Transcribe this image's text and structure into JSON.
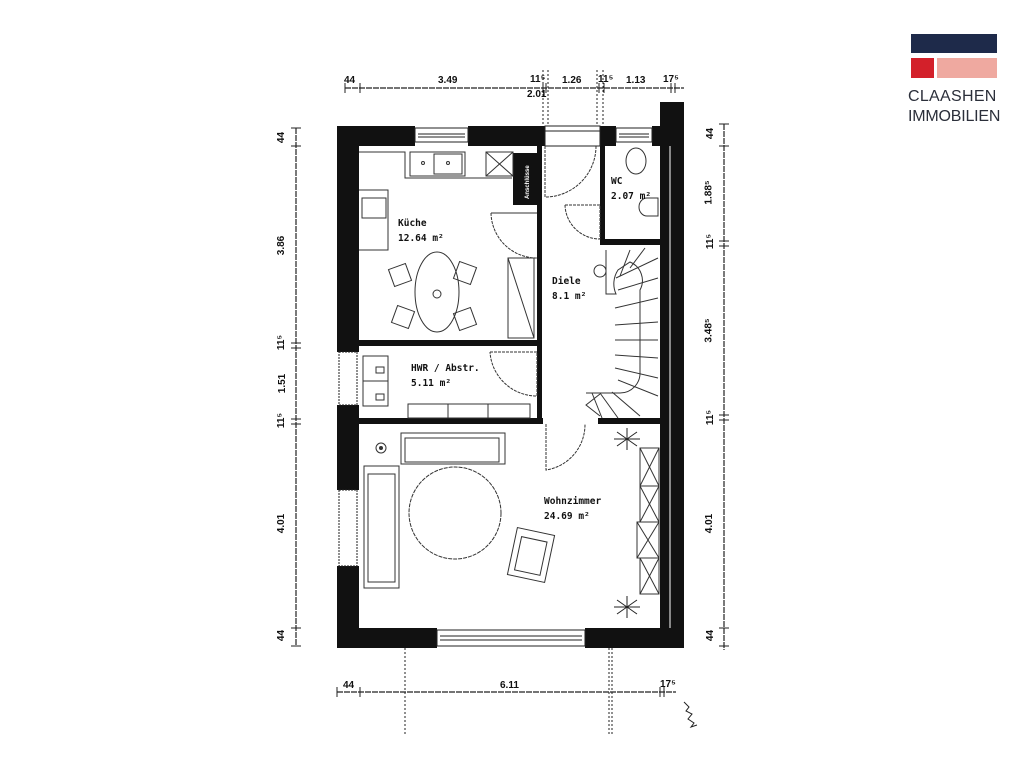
{
  "brand": {
    "name_line1": "CLAASHEN",
    "name_line2": "IMMOBILIEN",
    "colors": {
      "navy": "#1e2a4a",
      "red": "#d3202a",
      "pink": "#efa9a0"
    }
  },
  "floorplan": {
    "rooms": [
      {
        "name": "Küche",
        "area": "12.64 m²"
      },
      {
        "name": "WC",
        "area": "2.07 m²"
      },
      {
        "name": "Diele",
        "area": "8.1 m²"
      },
      {
        "name": "HWR / Abstr.",
        "area": "5.11 m²"
      },
      {
        "name": "Wohnzimmer",
        "area": "24.69 m²"
      }
    ],
    "annotations": {
      "connections_label": "Anschlüsse"
    },
    "dimensions": {
      "top": [
        "44",
        "3.49",
        "11⁵",
        "1.26",
        "11⁵",
        "1.13",
        "17⁵"
      ],
      "top_sub": "2.01",
      "bottom": [
        "44",
        "6.11",
        "17⁵"
      ],
      "left": [
        "44",
        "3.86",
        "11⁵",
        "1.51",
        "11⁵",
        "4.01",
        "44"
      ],
      "right": [
        "44",
        "1.88⁵",
        "11⁵",
        "3.48⁵",
        "11⁵",
        "4.01",
        "44"
      ]
    }
  }
}
